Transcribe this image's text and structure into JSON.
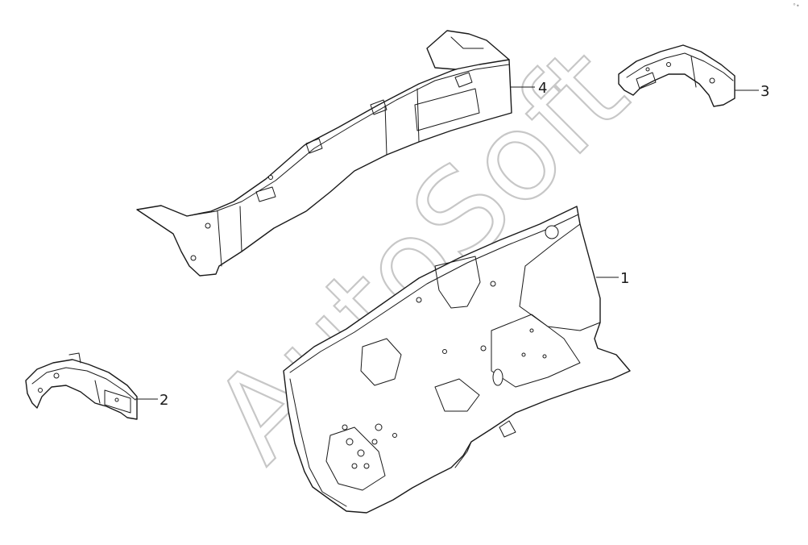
{
  "watermark": {
    "text": "AutoSoft",
    "color": "#c7c7c7"
  },
  "corner_mark": "°•",
  "callouts": [
    {
      "id": "1",
      "label": "1"
    },
    {
      "id": "2",
      "label": "2"
    },
    {
      "id": "3",
      "label": "3"
    },
    {
      "id": "4",
      "label": "4"
    }
  ],
  "colors": {
    "line": "#1a1a1a",
    "background": "#ffffff"
  }
}
